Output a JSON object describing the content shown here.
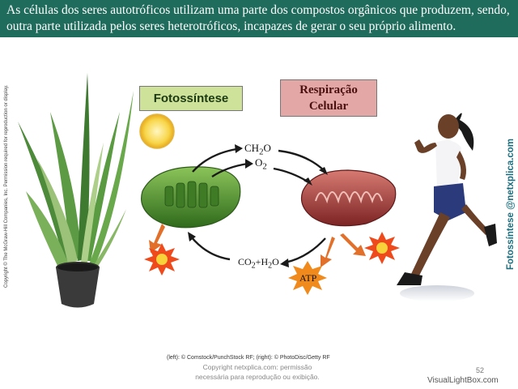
{
  "header": {
    "text": "As células dos seres autotróficos utilizam uma parte dos compostos orgânicos que produzem, sendo, outra parte utilizada pelos seres heterotróficos, incapazes de gerar o seu próprio alimento."
  },
  "side_copyright": "Copyright © The McGraw-Hill Companies, Inc. Permission required for reproduction or display.",
  "side_brand": "Fotossíntese @netxplica.com",
  "diagram": {
    "photosynthesis_label": "Fotossíntese",
    "respiration_label_line1": "Respiração",
    "respiration_label_line2": "Celular",
    "ch2o_label": "CH2O",
    "o2_label": "O2",
    "co2_h2o_label": "CO2+H2O",
    "atp_label": "ATP"
  },
  "image_credit": "(left): © Comstock/PunchStock RF; (right): © PhotoDisc/Getty RF",
  "watermark_line1": "Copyright netxplica.com: permissão",
  "watermark_line2": "necessária para reprodução ou exibição.",
  "page_number": "52",
  "footer_brand": "VisualLightBox.com",
  "colors": {
    "header_bg": "#1f6b5c",
    "photosynthesis_box": "#cfe29a",
    "respiration_box": "#e3a7a5",
    "chloroplast": "#4f8a2e",
    "mitochondrion": "#a33d3d"
  }
}
